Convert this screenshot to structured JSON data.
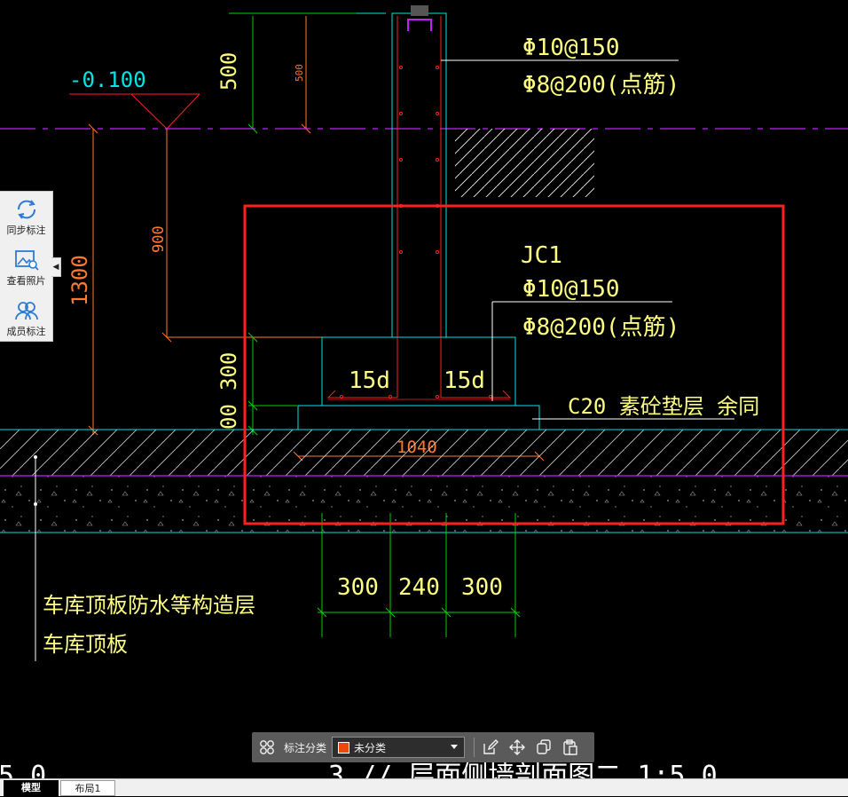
{
  "drawing": {
    "elevation": "-0.100",
    "dims": {
      "d500a": "500",
      "d500b": "500",
      "d900": "900",
      "d1300": "1300",
      "d300v": "300",
      "d100v": "00",
      "d1040": "1040",
      "d15d_left": "15d",
      "d15d_right": "15d",
      "b300_left": "300",
      "b240": "240",
      "b300_right": "300"
    },
    "rebar_top_1": "Φ10@150",
    "rebar_top_2": "Φ8@200(点筋)",
    "jc_label": "JC1",
    "rebar_jc_1": "Φ10@150",
    "rebar_jc_2": "Φ8@200(点筋)",
    "cushion_note": "C20 素砼垫层 余同",
    "layer_note_1": "车库顶板防水等构造层",
    "layer_note_2": "车库顶板",
    "partial_title": "3 // 层面侧墙剖面图二   1:5 0",
    "partial_left": "5 0"
  },
  "side_panel": {
    "items": [
      {
        "label": "同步标注",
        "icon": "sync-icon"
      },
      {
        "label": "查看照片",
        "icon": "photo-icon"
      },
      {
        "label": "成员标注",
        "icon": "members-icon"
      }
    ],
    "collapse": "◀"
  },
  "annot_bar": {
    "label": "标注分类",
    "selected": "未分类",
    "swatch_color": "#e84a0c",
    "tools": [
      "edit-icon",
      "move-icon",
      "copy-icon",
      "paste-icon"
    ]
  },
  "tabs": [
    "模型",
    "布局1"
  ],
  "colors": {
    "frame_red": "#ff2020",
    "wall_white": "#ffffff",
    "dim_orange": "#ff7a30",
    "cyan": "#00e5e5",
    "green": "#00d000",
    "yellow_text": "#ffff80",
    "magenta": "#c020ff"
  }
}
